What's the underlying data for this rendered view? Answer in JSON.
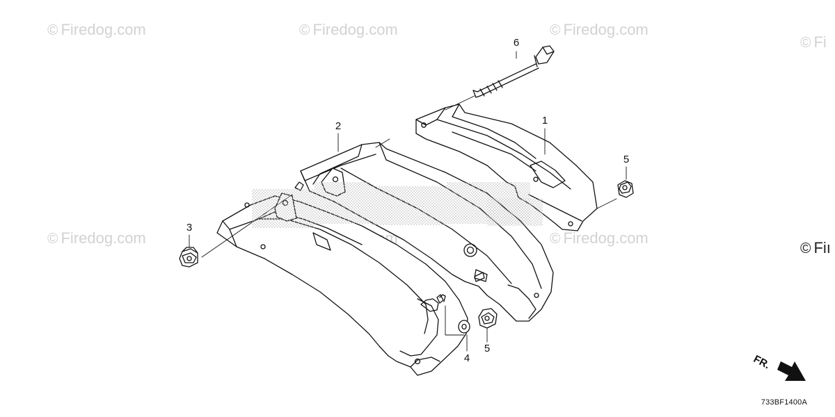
{
  "watermarks": [
    {
      "symbol": "©",
      "text": "Firedog.com"
    },
    {
      "symbol": "©",
      "text": "Firedog.com"
    },
    {
      "symbol": "©",
      "text": "Firedog.com"
    },
    {
      "symbol": "©",
      "text": "Fi"
    },
    {
      "symbol": "©",
      "text": "Firedog.com"
    },
    {
      "symbol": "©",
      "text": "Firedog.com"
    },
    {
      "symbol": "©",
      "text": "Firedog.com"
    },
    {
      "symbol": "©",
      "text": "Fiı"
    }
  ],
  "callouts": [
    {
      "label": "1",
      "part": "rear-fender-inner"
    },
    {
      "label": "2",
      "part": "rear-fender-outer"
    },
    {
      "label": "3",
      "part": "flange-nut-left"
    },
    {
      "label": "4",
      "part": "washer"
    },
    {
      "label": "5",
      "part": "flange-nut-right-upper"
    },
    {
      "label": "5",
      "part": "flange-nut-lower"
    },
    {
      "label": "6",
      "part": "flange-bolt"
    }
  ],
  "direction_indicator": {
    "label": "FR."
  },
  "drawing_code": "733BF1400A",
  "colors": {
    "line": "#111111",
    "watermark": "#d2d2d2",
    "dot_pattern": "#bdbdbd"
  }
}
